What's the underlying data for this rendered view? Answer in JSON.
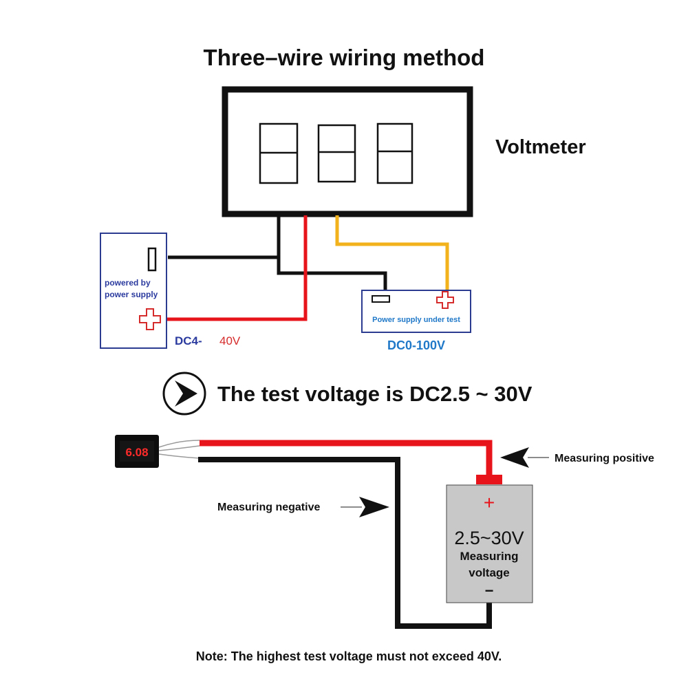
{
  "top": {
    "title": "Three–wire wiring method",
    "voltmeter_label": "Voltmeter",
    "powered_line1": "powered by",
    "powered_line2": "power supply",
    "supply_label_dc": "DC4-",
    "supply_label_v": "40V",
    "under_test_label": "Power supply under test",
    "under_test_range": "DC0-100V"
  },
  "bottom": {
    "heading": "The test voltage is DC2.5 ~ 30V",
    "display_reading": "6.08",
    "measuring_positive": "Measuring positive",
    "measuring_negative": "Measuring negative",
    "battery_plus": "+",
    "battery_range": "2.5~30V",
    "battery_line1": "Measuring",
    "battery_line2": "voltage",
    "battery_minus": "−",
    "note": "Note: The highest test voltage must not exceed 40V."
  },
  "colors": {
    "wire_black": "#111111",
    "wire_red": "#e8141b",
    "wire_yellow": "#f2b21b",
    "box_blue": "#2b3b8f",
    "label_blue": "#2a3a9e",
    "range_blue": "#1f78c8",
    "plus_red": "#d62b2b",
    "battery_gray": "#c8c8c8"
  },
  "icons": {
    "play_arrow": "circled-chevron-right-icon",
    "arrow_left": "arrow-pointing-left-icon",
    "arrow_right": "arrow-pointing-right-icon"
  }
}
